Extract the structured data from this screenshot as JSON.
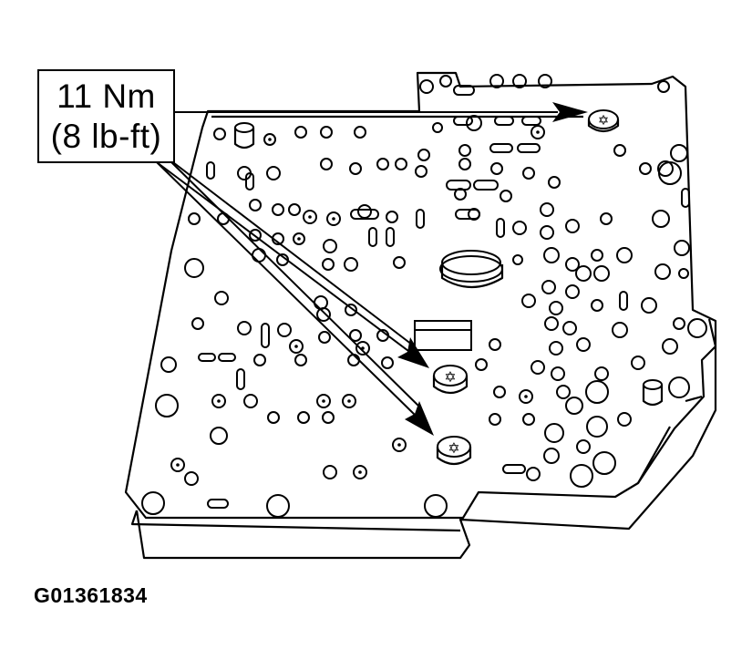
{
  "callout": {
    "metric": "11 Nm",
    "imperial": "(8 lb-ft)"
  },
  "figure_id": "G01361834",
  "icons": {
    "bolt": "torx-bolt-icon",
    "plate": "valve-body-plate-icon",
    "arrow": "leader-arrow-icon"
  },
  "colors": {
    "ink": "#000000",
    "paper": "#ffffff"
  }
}
